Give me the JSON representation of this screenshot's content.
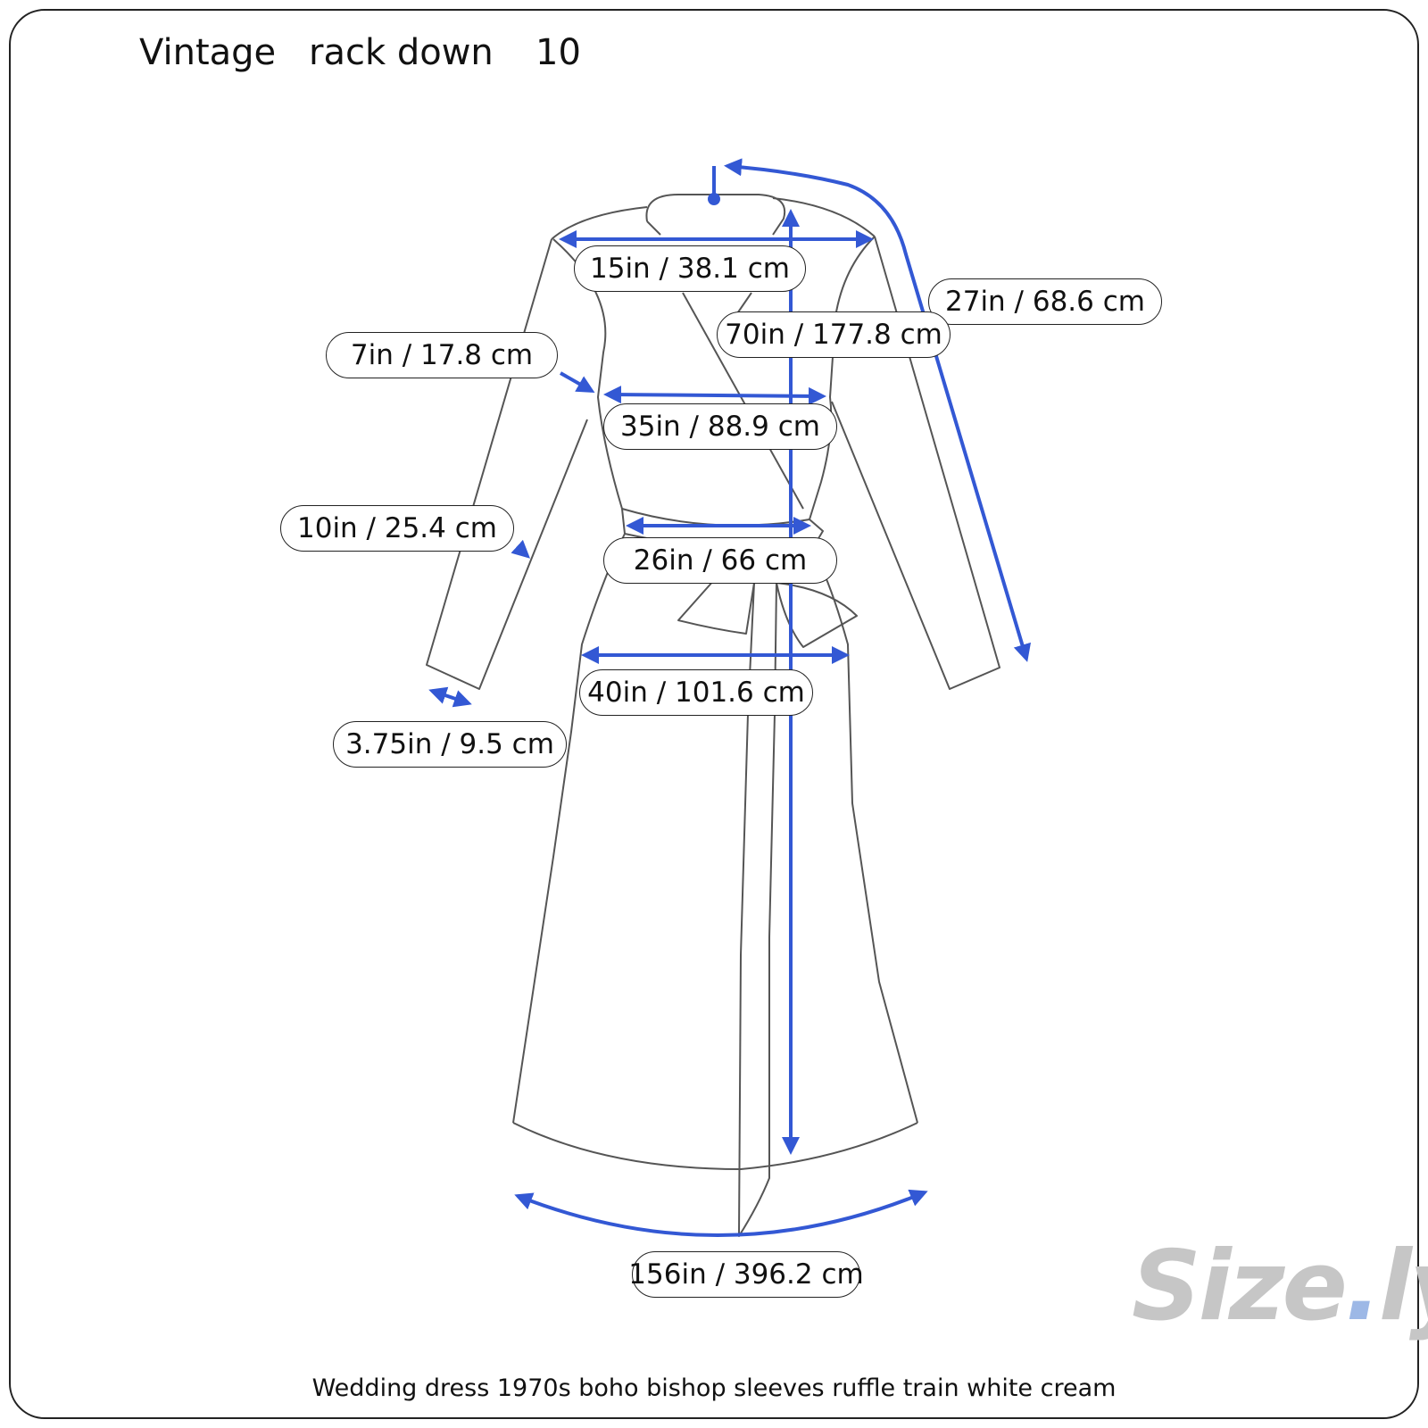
{
  "header": {
    "brand": "Vintage",
    "name": "rack down",
    "size": "10"
  },
  "measurements": {
    "shoulder_width": "15in / 38.1 cm",
    "sleeve_length": "27in / 68.6 cm",
    "total_length": "70in / 177.8 cm",
    "armhole": "7in / 17.8 cm",
    "chest": "35in / 88.9 cm",
    "bicep": "10in / 25.4 cm",
    "waist": "26in / 66 cm",
    "hips": "40in / 101.6 cm",
    "cuff": "3.75in / 9.5 cm",
    "hem_sweep": "156in / 396.2 cm"
  },
  "caption": "Wedding dress 1970s boho bishop sleeves ruffle train white cream",
  "logo": {
    "text_main": "Size",
    "text_dot": ".",
    "text_end": "ly"
  },
  "colors": {
    "outline": "#555555",
    "arrow": "#3358d4",
    "logo": "#c6c6c6"
  }
}
